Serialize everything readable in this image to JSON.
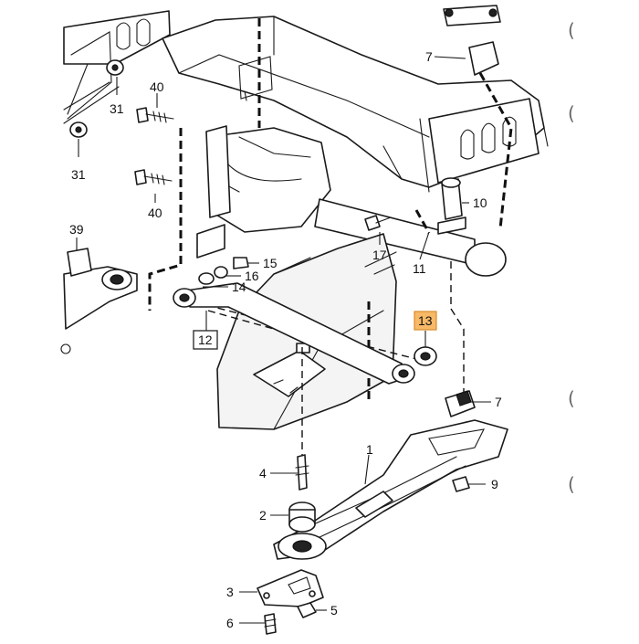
{
  "diagram": {
    "labels": {
      "p1": "1",
      "p2": "2",
      "p3": "3",
      "p4": "4",
      "p5": "5",
      "p6": "6",
      "p7a": "7",
      "p7b": "7",
      "p9": "9",
      "p10": "10",
      "p11": "11",
      "p12": "12",
      "p13": "13",
      "p14": "14",
      "p15": "15",
      "p16": "16",
      "p17": "17",
      "p31a": "31",
      "p31b": "31",
      "p39": "39",
      "p40a": "40",
      "p40b": "40"
    },
    "edge_marks": [
      "(",
      "(",
      "(",
      "("
    ],
    "colors": {
      "line": "#1a1a1a",
      "highlight_fill": "#f7b968",
      "highlight_stroke": "#d98c2b"
    }
  }
}
